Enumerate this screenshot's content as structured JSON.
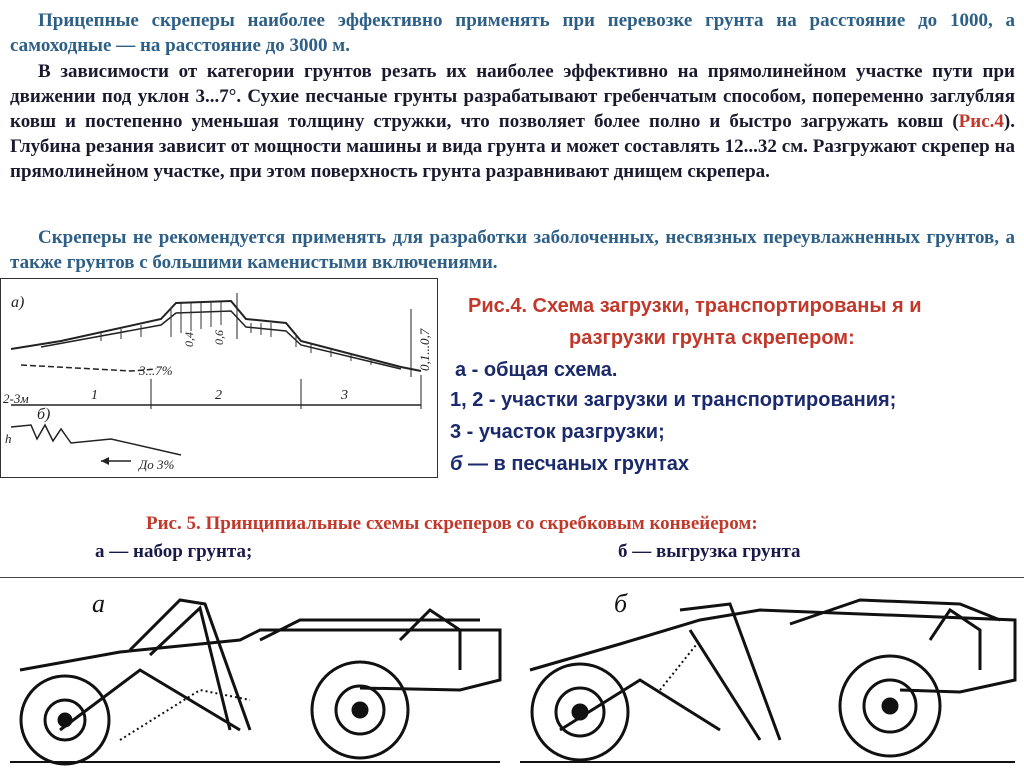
{
  "text": {
    "p1": "Прицепные скреперы наиболее эффективно применять при перевозке грунта на расстояние до 1000, а самоходные — на расстояние до 3000 м.",
    "p2_before": "В зависимости от категории грунтов резать их наиболее эффективно на прямолинейном участке пути при движении под уклон 3...7°. Сухие песчаные грунты разрабатывают гребенчатым способом, попеременно заглубляя ковш и постепенно уменьшая толщину стружки, что позволяет более полно и быстро загружать ковш (",
    "p2_ref": "Рис.4",
    "p2_after": "). Глубина резания зависит от мощности машины и вида грунта и может составлять 12...32 см. Разгружают скрепер на прямолинейном участке, при этом поверхность грунта разравнивают днищем скрепера.",
    "p3": "Скреперы не рекомендуется применять для разработки заболоченных, несвязных переувлажненных грунтов, а также грунтов с большими каменистыми включениями."
  },
  "fig4": {
    "caption_line1": "Рис.4. Схема загрузки, транспортированы я и",
    "caption_line2": "разгрузки грунта скрепером:",
    "item_a": "а - общая   схема.",
    "item_b": "1, 2 - участки  загрузки  и   транспортирования;",
    "item_c": "3 - участок разгрузки;",
    "item_d_label": "б",
    "item_d_text": " — в   песчаных грунтах",
    "labels": {
      "a": "а)",
      "b": "б)",
      "slope1": "3...7%",
      "seg1": "1",
      "seg2": "2",
      "seg3": "3",
      "depth1": "0,4",
      "depth2": "0,6",
      "thick": "0,1...0,7",
      "len": "2-3м",
      "h": "h",
      "slope2": "До 3%"
    }
  },
  "fig5": {
    "caption": "Рис. 5. Принципиальные схемы скреперов со скребковым конвейером:",
    "sub_a": "а — набор грунта;",
    "sub_b": "б — выгрузка грунта",
    "label_a": "а",
    "label_b": "б"
  }
}
